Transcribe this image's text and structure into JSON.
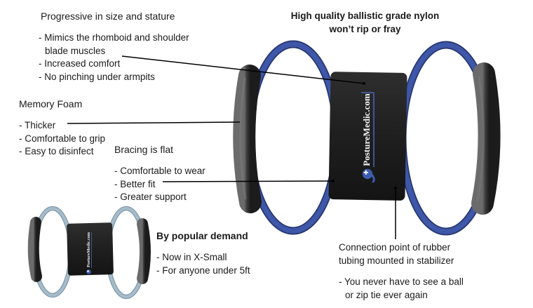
{
  "brand": {
    "logo_text": "PostureMedic.com"
  },
  "colors": {
    "background": "#ffffff",
    "text": "#1a1a1a",
    "leader_line": "#000000",
    "tube_blue": "#3e57a8",
    "tube_blue_dark": "#26356e",
    "tube_xsmall": "#a7bcc9",
    "tube_xsmall_dark": "#7f98aa",
    "foam_light": "#6b6b6b",
    "foam_dark": "#1c1c1c",
    "panel_black": "#1d1d1d",
    "logo_blue": "#4a68b5",
    "logo_text_color": "#f5f5f5"
  },
  "callouts": {
    "progressive": {
      "heading": "Progressive in size and stature",
      "bullet1": "- Mimics the rhomboid and shoulder",
      "bullet1_cont": "blade muscles",
      "bullet2": "- Increased comfort",
      "bullet3": "- No pinching under armpits"
    },
    "nylon": {
      "line1": "High quality ballistic grade nylon",
      "line2": "won’t rip or fray"
    },
    "memory_foam": {
      "heading": "Memory Foam",
      "bullet1": "- Thicker",
      "bullet2": "- Comfortable to grip",
      "bullet3": "- Easy to disinfect"
    },
    "bracing": {
      "heading": "Bracing is flat",
      "bullet1": "- Comfortable to wear",
      "bullet2": "- Better fit",
      "bullet3": "- Greater support"
    },
    "popular": {
      "heading": "By popular demand",
      "bullet1": "- Now in X-Small",
      "bullet2": "- For anyone under 5ft"
    },
    "connection": {
      "line1": "Connection point of rubber",
      "line2": "tubing mounted in stabilizer",
      "bullet1": "- You never have to see a ball",
      "bullet1_cont": "or zip tie ever again"
    }
  }
}
